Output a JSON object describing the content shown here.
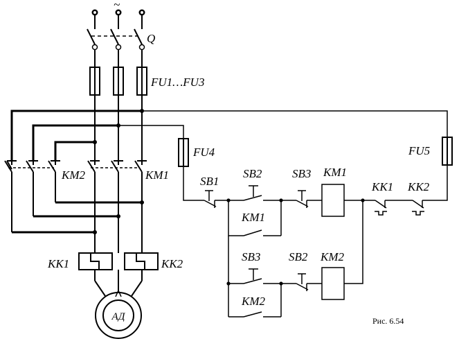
{
  "labels": {
    "ac_symbol": "~",
    "switch_q": "Q",
    "fuses_main": "FU1…FU3",
    "fuse_fu4": "FU4",
    "fuse_fu5": "FU5",
    "km2_power": "KM2",
    "km1_power": "KM1",
    "sb1": "SB1",
    "sb2_top": "SB2",
    "sb3_top": "SB3",
    "coil_km1": "KM1",
    "kk1_contact": "KK1",
    "kk2_contact": "KK2",
    "km1_aux": "KM1",
    "sb3_bottom": "SB3",
    "sb2_bottom": "SB2",
    "coil_km2": "KM2",
    "km2_aux": "KM2",
    "kk1_relay": "KK1",
    "kk2_relay": "KK2",
    "motor": "АД",
    "caption": "Рис. 6.54"
  }
}
